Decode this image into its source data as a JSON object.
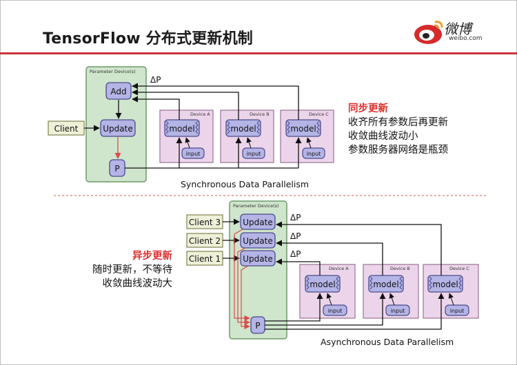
{
  "header": {
    "title": "TensorFlow 分布式更新机制",
    "logo_text": "微博",
    "logo_subtext": "weibo.com"
  },
  "sync": {
    "caption": "Synchronous Data Parallelism",
    "param_label": "Parameter Device(s)",
    "add_label": "Add",
    "update_label": "Update",
    "p_label": "P",
    "delta_label": "ΔP",
    "client_label": "Client",
    "devices": [
      {
        "label": "Device A",
        "model": "model",
        "input": "input"
      },
      {
        "label": "Device B",
        "model": "model",
        "input": "input"
      },
      {
        "label": "Device C",
        "model": "model",
        "input": "input"
      }
    ],
    "notes": {
      "heading": "同步更新",
      "line1": "收齐所有参数后再更新",
      "line2": "收敛曲线波动小",
      "line3": "参数服务器网络是瓶颈"
    }
  },
  "async": {
    "caption": "Asynchronous Data Parallelism",
    "param_label": "Parameter Device(s)",
    "update_label": "Update",
    "p_label": "P",
    "delta_label": "ΔP",
    "clients": [
      "Client 3",
      "Client 2",
      "Client 1"
    ],
    "devices": [
      {
        "label": "Device A",
        "model": "model",
        "input": "input"
      },
      {
        "label": "Device B",
        "model": "model",
        "input": "input"
      },
      {
        "label": "Device C",
        "model": "model",
        "input": "input"
      }
    ],
    "notes": {
      "heading": "异步更新",
      "line1": "随时更新，不等待",
      "line2": "收敛曲线波动大"
    }
  },
  "colors": {
    "accent_red": "#c9343c",
    "note_red": "#e0302e",
    "param_fill": "#cfe5cc",
    "param_border": "#6b9a66",
    "node_fill": "#b4b4e6",
    "node_border": "#4a4a8a",
    "device_fill": "#ecd5ea",
    "client_fill": "#eef0d8"
  }
}
